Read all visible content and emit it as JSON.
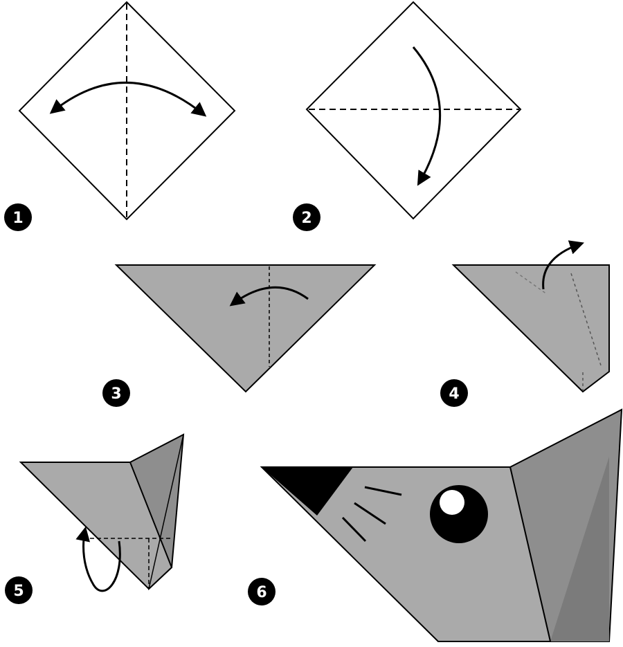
{
  "steps": [
    {
      "label": "1"
    },
    {
      "label": "2"
    },
    {
      "label": "3"
    },
    {
      "label": "4"
    },
    {
      "label": "5"
    },
    {
      "label": "6"
    }
  ],
  "colors": {
    "paper_light": "#ffffff",
    "paper_gray": "#aaaaaa",
    "paper_gray_dark": "#8e8e8e",
    "paper_gray_darker": "#7b7b7b",
    "outline": "#000000",
    "nose": "#000000",
    "eye": "#000000",
    "eye_highlight": "#ffffff",
    "badge": "#000000"
  },
  "icons": {
    "fold_arrow": "curved-arrow-icon",
    "valley_fold_line": "dashed-line"
  }
}
